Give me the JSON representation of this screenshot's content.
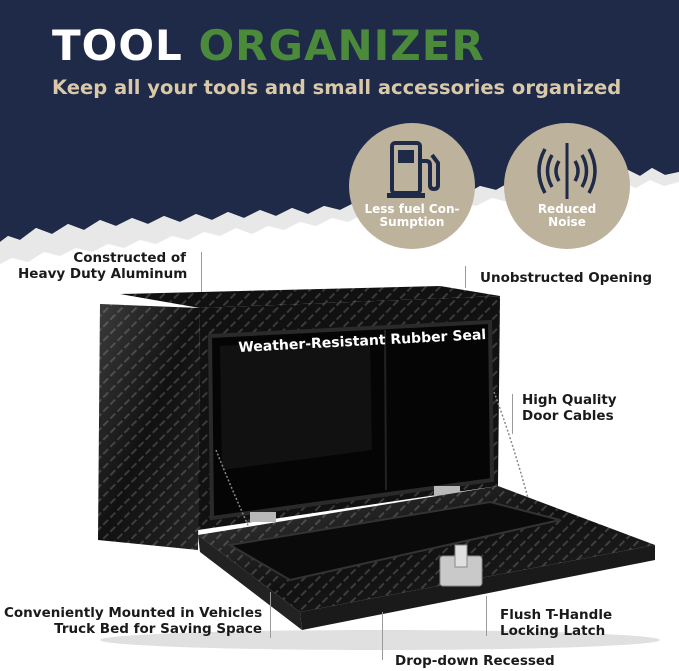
{
  "header": {
    "title_part1": "TOOL",
    "title_part2": "ORGANIZER",
    "subtitle": "Keep all your tools and small accessories organized"
  },
  "badges": [
    {
      "icon": "fuel-pump-icon",
      "line1": "Less fuel Con-",
      "line2": "Sumption"
    },
    {
      "icon": "sound-wave-icon",
      "line1": "Reduced",
      "line2": "Noise"
    }
  ],
  "callouts": {
    "aluminum_line1": "Constructed of",
    "aluminum_line2": "Heavy Duty Aluminum",
    "opening": "Unobstructed Opening",
    "seal": "Weather-Resistant Rubber Seal",
    "cables_line1": "High Quality",
    "cables_line2": "Door Cables",
    "mounted_line1": "Conveniently Mounted in Vehicles",
    "mounted_line2": "Truck Bed for Saving Space",
    "latch_line1": "Flush T-Handle",
    "latch_line2": "Locking Latch",
    "dropdown": "Drop-down Recessed"
  },
  "colors": {
    "banner_navy": "#1e2a47",
    "accent_green": "#4a8a3a",
    "badge_tan": "#bdb29c",
    "subtitle_tan": "#d9c9a8"
  }
}
